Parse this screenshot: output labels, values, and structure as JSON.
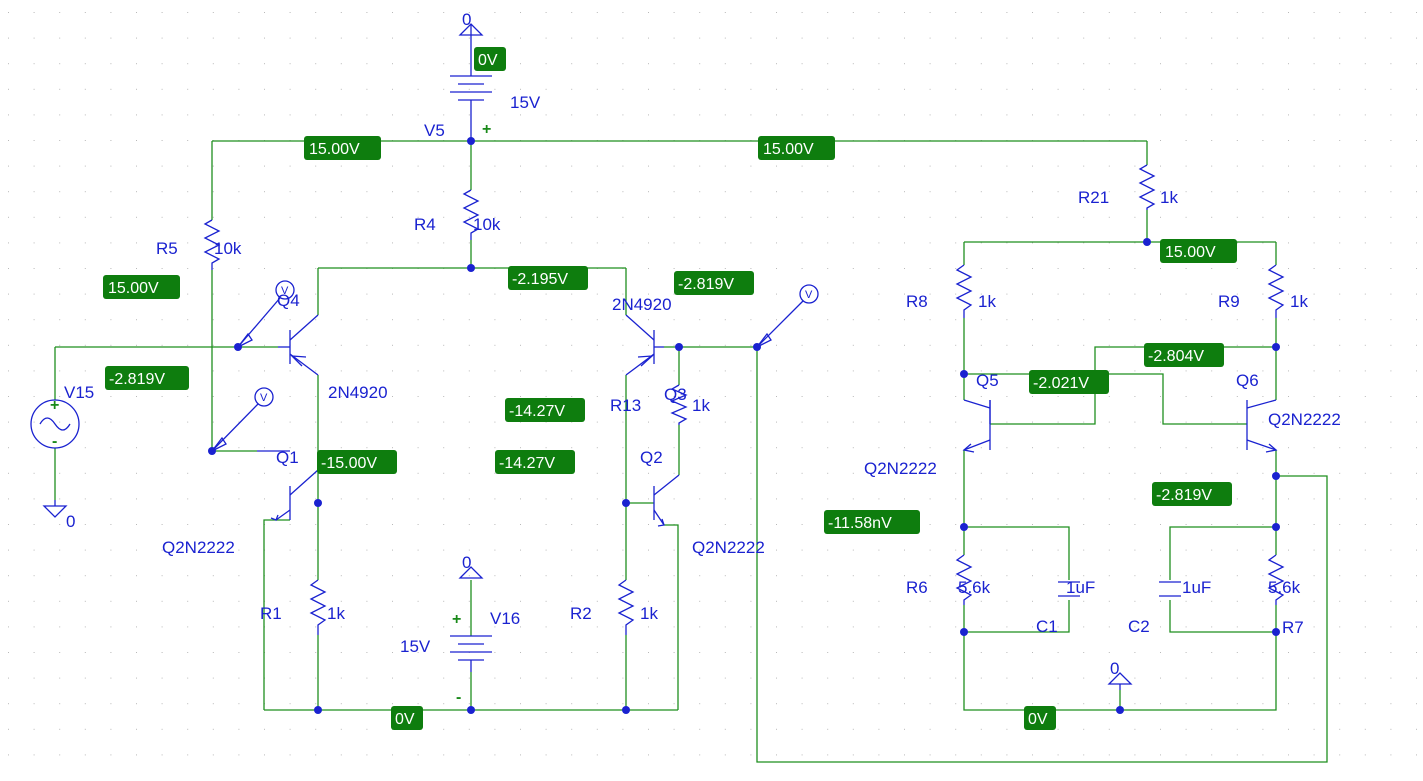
{
  "colors": {
    "wire": "#1f8f1f",
    "component": "#1a22d0",
    "node": "#1a22d0",
    "badge_bg": "#0e7d0e",
    "badge_text": "#ffffff",
    "grid_dot": "#b9b9b9"
  },
  "icons": [
    "ground-symbol-icon",
    "voltage-marker-icon",
    "ac-source-icon",
    "dc-source-icon",
    "resistor-icon",
    "npn-transistor-icon",
    "pnp-transistor-icon",
    "capacitor-icon"
  ],
  "labels": {
    "gnd_top": "0",
    "gnd_left": "0",
    "gnd_mid": "0",
    "gnd_right": "0",
    "v5_name": "V5",
    "v5_value": "15V",
    "v5_plus": "+",
    "v16_name": "V16",
    "v16_value": "15V",
    "v16_plus": "+",
    "v16_minus": "-",
    "v15_name": "V15",
    "v15_plus": "+",
    "v15_minus": "-",
    "r5_name": "R5",
    "r5_value": "10k",
    "r4_name": "R4",
    "r4_value": "10k",
    "r1_name": "R1",
    "r1_value": "1k",
    "r2_name": "R2",
    "r2_value": "1k",
    "r13_name": "R13",
    "r13_value": "1k",
    "r21_name": "R21",
    "r21_value": "1k",
    "r8_name": "R8",
    "r8_value": "1k",
    "r9_name": "R9",
    "r9_value": "1k",
    "r6_name": "R6",
    "r6_value": "5.6k",
    "r7_name": "R7",
    "r7_value": "5.6k",
    "c1_name": "C1",
    "c1_value": "1uF",
    "c2_name": "C2",
    "c2_value": "1uF",
    "q4_name": "Q4",
    "q4_model": "2N4920",
    "q3_name": "Q3",
    "q3_model": "2N4920",
    "q1_name": "Q1",
    "q1_model": "Q2N2222",
    "q2_name": "Q2",
    "q2_model": "Q2N2222",
    "q5_name": "Q5",
    "q5_model": "Q2N2222",
    "q6_name": "Q6",
    "q6_model": "Q2N2222",
    "marker_v": "V"
  },
  "voltages": {
    "top_supply": "0V",
    "rail_left": "15.00V",
    "rail_right": "15.00V",
    "r5_node": "15.00V",
    "r4_node": "-2.195V",
    "q3_base": "-2.819V",
    "v15_out": "-2.819V",
    "mid_upper": "-14.27V",
    "mid_lower": "-14.27V",
    "q1_collector": "-15.00V",
    "bottom_mid": "0V",
    "r21_node": "15.00V",
    "q6_collector": "-2.804V",
    "q5_collector": "-2.021V",
    "q6_emitter": "-2.819V",
    "q5_emitter": "-11.58nV",
    "bottom_right": "0V"
  }
}
